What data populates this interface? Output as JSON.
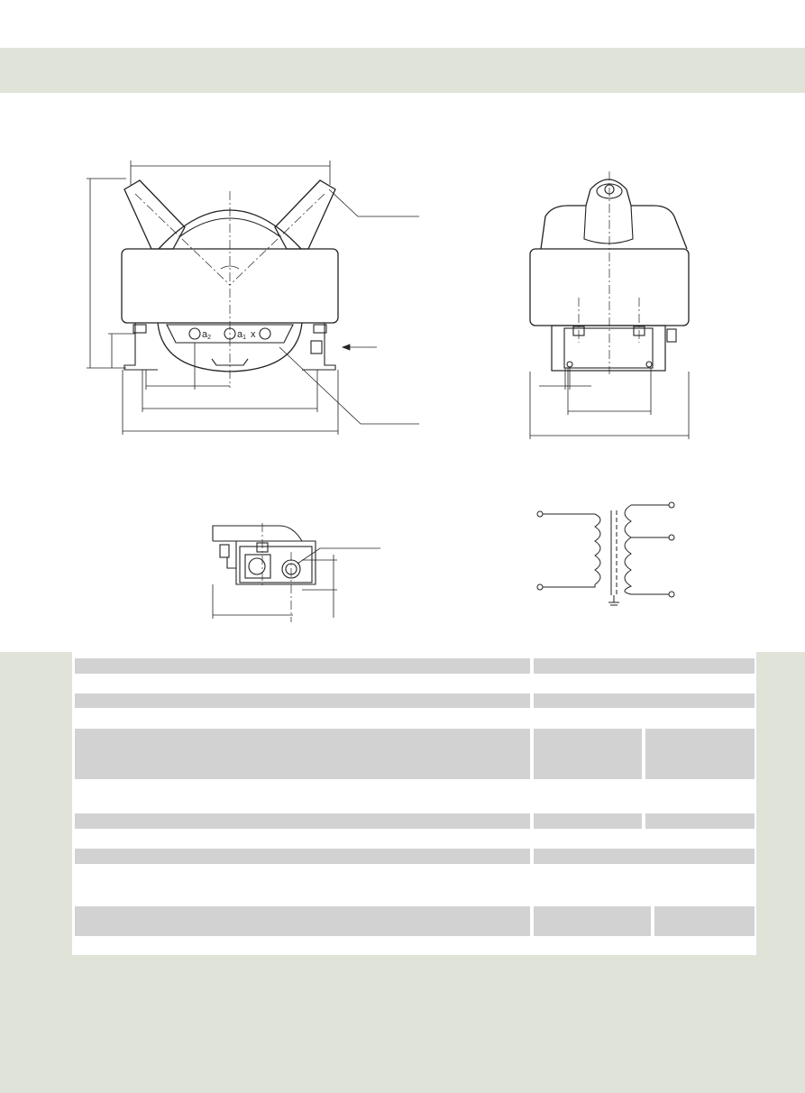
{
  "drawing_labels": {
    "terminal_1": "a",
    "terminal_1_sub": "2",
    "terminal_2": "a",
    "terminal_2_sub": "1",
    "terminal_3": "x"
  },
  "colors": {
    "header_band": "#dfe3d8",
    "page_background": "#dfe3d8",
    "table_shade": "#d2d2d2",
    "line": "#222222"
  }
}
